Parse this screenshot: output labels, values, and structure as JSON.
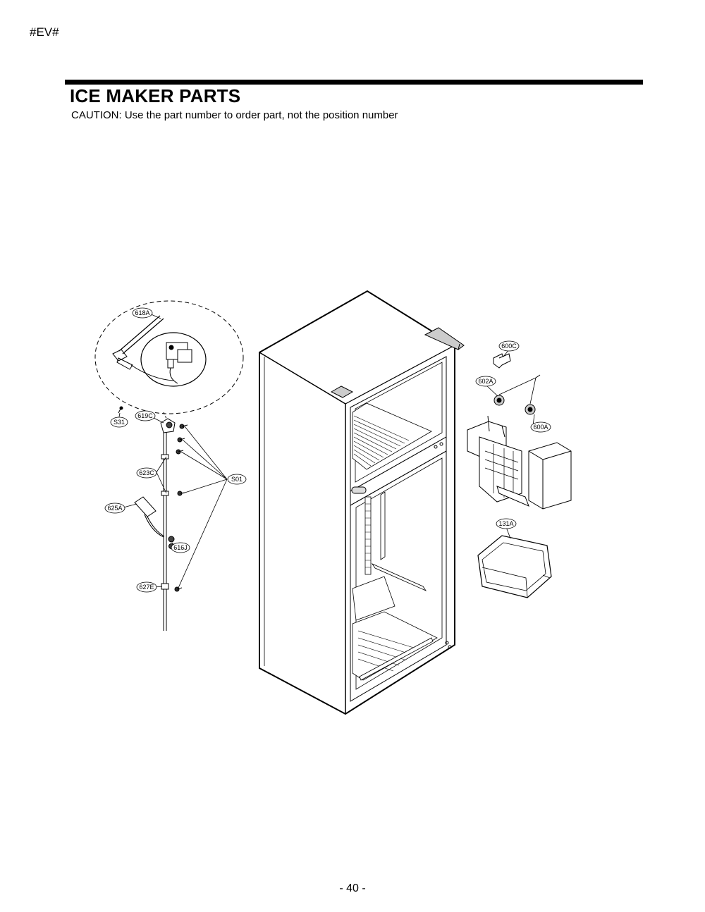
{
  "header": {
    "code": "#EV#"
  },
  "title": "ICE MAKER PARTS",
  "caution": "CAUTION: Use the part number to order part, not the position number",
  "page_number": "- 40 -",
  "callouts": {
    "c618A": "618A",
    "cS31": "S31",
    "c619C": "619C",
    "c623C": "623C",
    "cS01": "S01",
    "c625A": "625A",
    "c616J": "616J",
    "c627E": "627E",
    "c600C": "600C",
    "c602A": "602A",
    "c600A": "600A",
    "c131A": "131A"
  }
}
